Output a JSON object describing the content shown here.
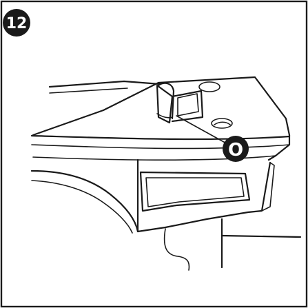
{
  "step": {
    "number": "12",
    "badge_color": "#1a1a1a",
    "badge_text_color": "#ffffff"
  },
  "callout": {
    "label": "O",
    "badge_color": "#1a1a1a"
  },
  "illustration": {
    "subject": "assembly-base-plate-with-tab-and-screw-holes"
  }
}
